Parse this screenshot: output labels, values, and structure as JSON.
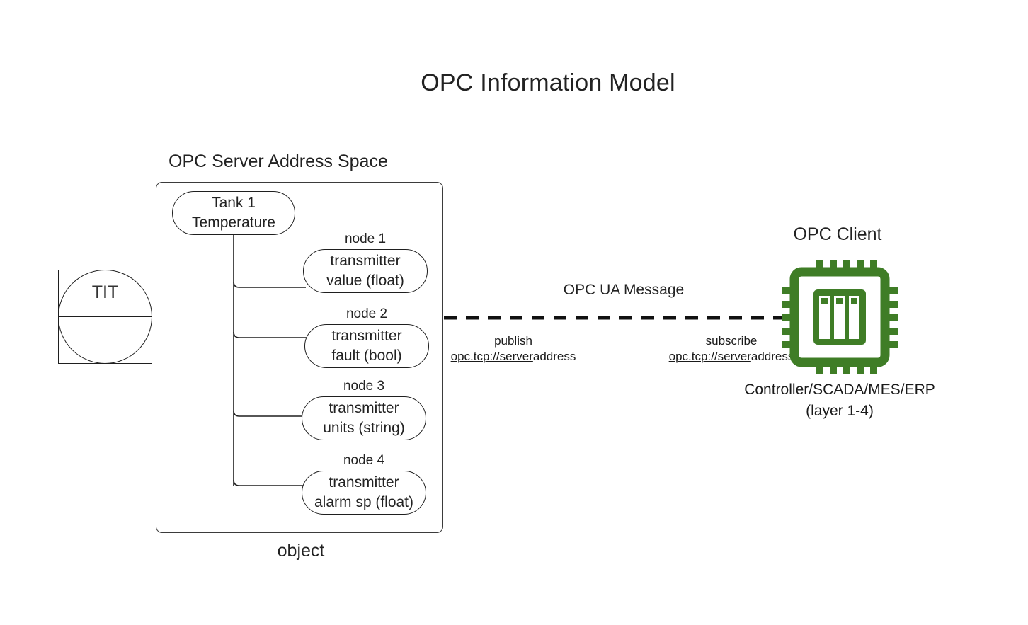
{
  "title": "OPC Information Model",
  "colors": {
    "chip_green": "#3f7d26",
    "stroke": "#1f1f1f",
    "container_stroke": "#3b3b3b",
    "text": "#222222"
  },
  "server": {
    "caption": "OPC Server Address Space",
    "object_caption": "object",
    "root": {
      "line1": "Tank 1",
      "line2": "Temperature"
    },
    "nodes": [
      {
        "label": "node 1",
        "line1": "transmitter",
        "line2": "value (float)"
      },
      {
        "label": "node 2",
        "line1": "transmitter",
        "line2": "fault (bool)"
      },
      {
        "label": "node 3",
        "line1": "transmitter",
        "line2": "units (string)"
      },
      {
        "label": "node 4",
        "line1": "transmitter",
        "line2": "alarm sp (float)"
      }
    ]
  },
  "instrument": {
    "tag": "TIT"
  },
  "link": {
    "message_label": "OPC UA Message",
    "publish": {
      "action": "publish",
      "uri_underlined": "opc.tcp://server",
      "uri_rest": "address"
    },
    "subscribe": {
      "action": "subscribe",
      "uri_underlined": "opc.tcp://server",
      "uri_rest": "address"
    }
  },
  "client": {
    "caption": "OPC Client",
    "subtitle_line1": "Controller/SCADA/MES/ERP",
    "subtitle_line2": "(layer 1-4)",
    "icon": "cpu-chip-icon"
  }
}
